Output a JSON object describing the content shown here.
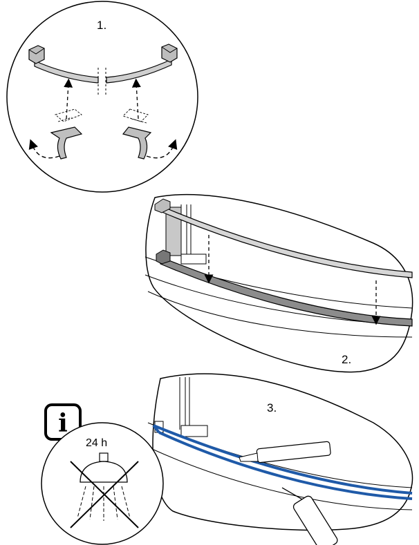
{
  "steps": [
    {
      "label": "1."
    },
    {
      "label": "2."
    },
    {
      "label": "3."
    }
  ],
  "info_badge": {
    "letter": "i",
    "icon": "info-icon"
  },
  "notice": {
    "duration": "24 h",
    "icon": "no-shower-icon"
  },
  "colors": {
    "outline": "#000000",
    "rail_light": "#cfcfcf",
    "rail_dark": "#8c8c8c",
    "sealant": "#1f5aa8"
  }
}
